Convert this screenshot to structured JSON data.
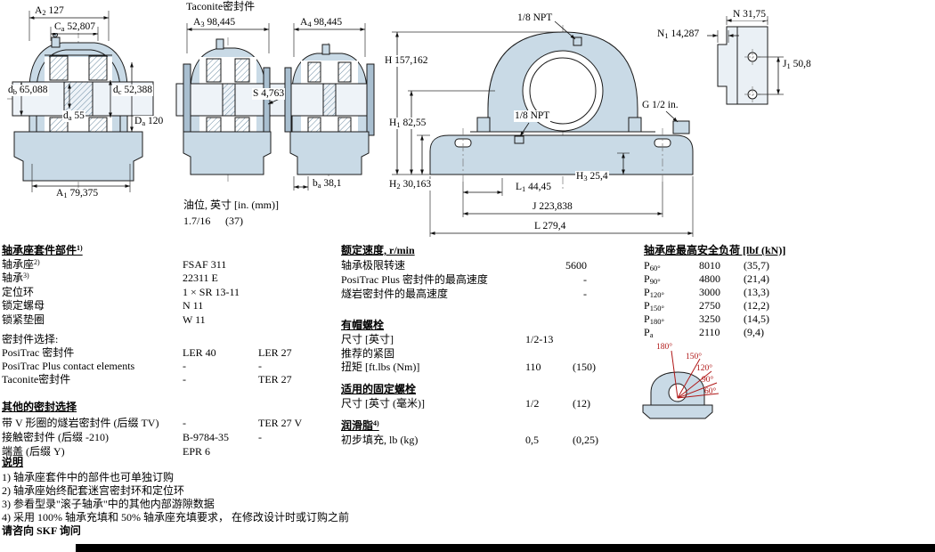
{
  "colors": {
    "housing_fill": "#c9dae6",
    "load_arrow_red": "#b01818",
    "footer_bar": "#000000"
  },
  "drawings": {
    "taconite_title": "Taconite密封件",
    "oil_level_label": "油位, 英寸 [in. (mm)]",
    "oil_level_in": "1.7/16",
    "oil_level_mm": "(37)",
    "front": {
      "A2": {
        "pre": "A",
        "sub": "2",
        "post": " 127"
      },
      "Ca": {
        "pre": "C",
        "sub": "a",
        "post": " 52,807"
      },
      "db": {
        "pre": "d",
        "sub": "b",
        "post": " 65,088"
      },
      "dc": {
        "pre": "d",
        "sub": "c",
        "post": " 52,388"
      },
      "da": {
        "pre": "d",
        "sub": "a",
        "post": " 55"
      },
      "Da": {
        "pre": "D",
        "sub": "a",
        "post": " 120"
      },
      "A1": {
        "pre": "A",
        "sub": "1",
        "post": " 79,375"
      }
    },
    "taconite": {
      "A3": {
        "pre": "A",
        "sub": "3",
        "post": " 98,445"
      },
      "A4": {
        "pre": "A",
        "sub": "4",
        "post": " 98,445"
      },
      "S": "S 4,763",
      "ba": {
        "pre": "b",
        "sub": "a",
        "post": " 38,1"
      }
    },
    "side": {
      "npt_top": "1/8 NPT",
      "npt_mid": "1/8 NPT",
      "H": "H 157,162",
      "H1": {
        "pre": "H",
        "sub": "1",
        "post": " 82,55"
      },
      "H2": {
        "pre": "H",
        "sub": "2",
        "post": " 30,163"
      },
      "H3": {
        "pre": "H",
        "sub": "3",
        "post": " 25,4"
      },
      "L1": {
        "pre": "L",
        "sub": "1",
        "post": " 44,45"
      },
      "J": "J 223,838",
      "L": "L 279,4",
      "G": "G 1/2 in."
    },
    "end": {
      "N": "N 31,75",
      "N1": {
        "pre": "N",
        "sub": "1",
        "post": " 14,287"
      },
      "J1": {
        "pre": "J",
        "sub": "1",
        "post": " 50,8"
      }
    }
  },
  "parts": {
    "header": {
      "text": "轴承座套件部件",
      "sup": "1)"
    },
    "rows": [
      {
        "label": "轴承座",
        "sup": "2)",
        "v1": "FSAF 311",
        "v2": ""
      },
      {
        "label": "轴承",
        "sup": "3)",
        "v1": "22311 E",
        "v2": ""
      },
      {
        "label": "定位环",
        "sup": "",
        "v1": "1 × SR 13-11",
        "v2": ""
      },
      {
        "label": "锁定螺母",
        "sup": "",
        "v1": "N 11",
        "v2": ""
      },
      {
        "label": "锁紧垫圈",
        "sup": "",
        "v1": "W 11",
        "v2": ""
      }
    ],
    "seal_select_header": "密封件选择:",
    "seal_rows": [
      {
        "label": "PosiTrac 密封件",
        "v1": "LER 40",
        "v2": "LER 27"
      },
      {
        "label": "PosiTrac Plus contact elements",
        "v1": "-",
        "v2": "-"
      },
      {
        "label": "Taconite密封件",
        "v1": "-",
        "v2": "TER 27"
      }
    ],
    "other_header": "其他的密封选择",
    "other_rows": [
      {
        "label": "带 V 形圈的燧岩密封件 (后缀 TV)",
        "v1": "-",
        "v2": "TER 27 V"
      },
      {
        "label": "接触密封件 (后缀 -210)",
        "v1": "B-9784-35",
        "v2": "-"
      },
      {
        "label": "端盖 (后缀 Y)",
        "v1": "EPR 6",
        "v2": ""
      }
    ]
  },
  "speed": {
    "header": "额定速度, r/min",
    "rows": [
      {
        "label": "轴承极限转速",
        "v": "5600"
      },
      {
        "label": "PosiTrac Plus 密封件的最高速度",
        "v": "-"
      },
      {
        "label": "燧岩密封件的最高速度",
        "v": "-"
      }
    ],
    "capbolt_header": "有帽螺栓",
    "capbolt_rows": [
      {
        "label": "尺寸 [英寸]",
        "v1": "1/2-13",
        "v2": ""
      },
      {
        "label": "推荐的紧固",
        "v1": "",
        "v2": ""
      },
      {
        "label": "扭矩 [ft.lbs (Nm)]",
        "v1": "110",
        "v2": "(150)"
      }
    ],
    "anchor_header": "适用的固定螺栓",
    "anchor_rows": [
      {
        "label": "尺寸 [英寸 (毫米)]",
        "v1": "1/2",
        "v2": "(12)"
      }
    ],
    "grease_header": {
      "text": "润滑脂",
      "sup": "4)"
    },
    "grease_rows": [
      {
        "label": "初步填充, lb (kg)",
        "v1": "0,5",
        "v2": "(0,25)"
      }
    ]
  },
  "loads": {
    "header": "轴承座最高安全负荷 [lbf (kN)]",
    "rows": [
      {
        "pre": "P",
        "sub": "60°",
        "v1": "8010",
        "v2": "(35,7)"
      },
      {
        "pre": "P",
        "sub": "90°",
        "v1": "4800",
        "v2": "(21,4)"
      },
      {
        "pre": "P",
        "sub": "120°",
        "v1": "3000",
        "v2": "(13,3)"
      },
      {
        "pre": "P",
        "sub": "150°",
        "v1": "2750",
        "v2": "(12,2)"
      },
      {
        "pre": "P",
        "sub": "180°",
        "v1": "3250",
        "v2": "(14,5)"
      },
      {
        "pre": "P",
        "sub": "a",
        "v1": "2110",
        "v2": "(9,4)"
      }
    ],
    "angles": [
      "180°",
      "150°",
      "120°",
      "90°",
      "60°"
    ]
  },
  "notes": {
    "header": "说明",
    "items": [
      {
        "num": "1)",
        "text": "轴承座套件中的部件也可单独订购"
      },
      {
        "num": "2)",
        "text": "轴承座始终配套迷宫密封环和定位环"
      },
      {
        "num": "3)",
        "text": "参看型录\"滚子轴承\"中的其他内部游隙数据"
      },
      {
        "num": "4)",
        "text": "采用 100% 轴承充填和 50% 轴承座充填要求， 在修改设计时或订购之前"
      }
    ],
    "footer": "请咨向 SKF 询问"
  }
}
